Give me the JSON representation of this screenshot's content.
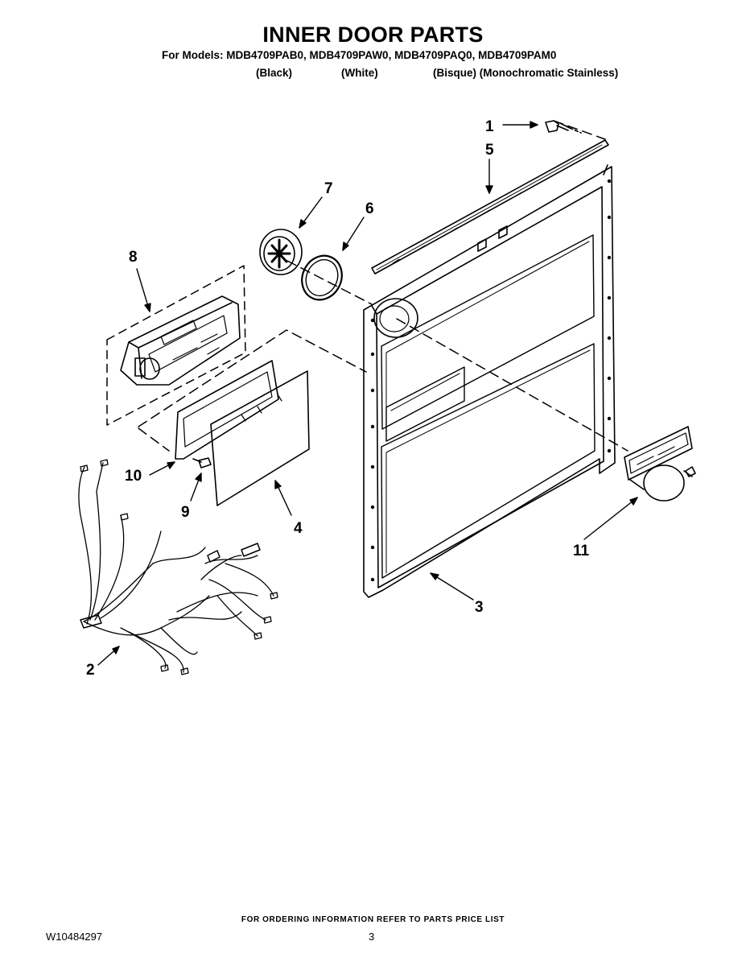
{
  "header": {
    "title": "INNER DOOR PARTS",
    "models_line": "For Models: MDB4709PAB0, MDB4709PAW0, MDB4709PAQ0, MDB4709PAM0",
    "variants": [
      "(Black)",
      "(White)",
      "(Bisque) (Monochromatic Stainless)"
    ]
  },
  "callouts": {
    "c1": "1",
    "c2": "2",
    "c3": "3",
    "c4": "4",
    "c5": "5",
    "c6": "6",
    "c7": "7",
    "c8": "8",
    "c9": "9",
    "c10": "10",
    "c11": "11"
  },
  "footer": {
    "note": "FOR ORDERING INFORMATION REFER TO PARTS PRICE LIST",
    "doc_number": "W10484297",
    "page_number": "3"
  }
}
